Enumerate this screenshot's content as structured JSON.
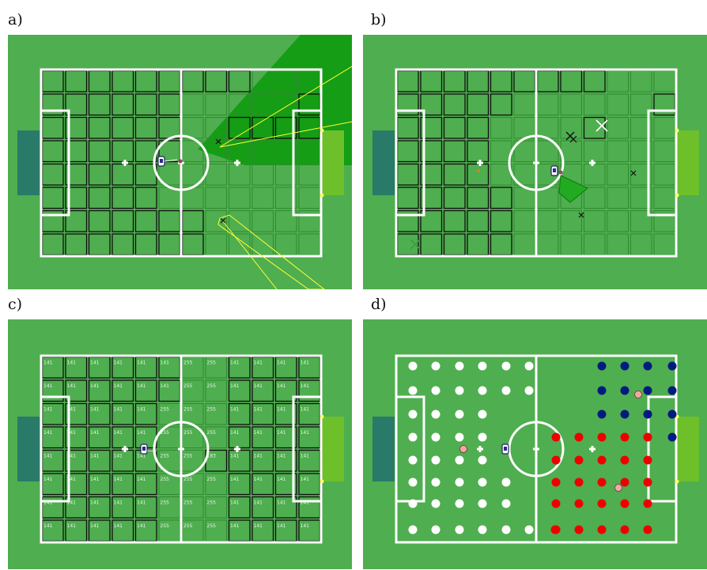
{
  "panels": [
    {
      "id": "a",
      "label": "a)"
    },
    {
      "id": "b",
      "label": "b)"
    },
    {
      "id": "c",
      "label": "c)"
    },
    {
      "id": "d",
      "label": "d)"
    }
  ],
  "colors": {
    "field": "#4fae4f",
    "goal_left": "#2a7a6a",
    "goal_right": "#6ec02a",
    "line": "#ffffff",
    "cell_visited": "#101010",
    "cell_free": "#2f8a2f",
    "vision_cone": "#0a9a0a",
    "ray": "#ffff33",
    "team_white": "#ffffff",
    "team_blue": "#001a80",
    "team_red": "#ee0000",
    "ball": "#f2a8a8"
  },
  "grid_values": {
    "visited": "141",
    "free": "255",
    "other": "183"
  }
}
